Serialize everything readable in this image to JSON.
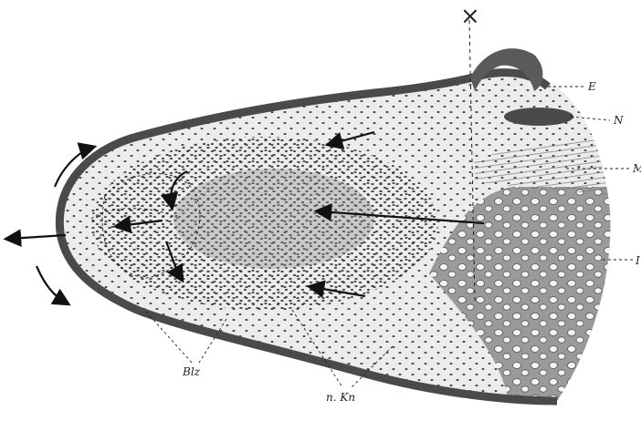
{
  "labels": {
    "cross_mark": "×",
    "epidermis": "E",
    "nerve": "N",
    "muscle": "M",
    "right_edge": "I",
    "blastema": "Blz",
    "new_cartilage": "n. Kn"
  },
  "colors": {
    "background": "#ffffff",
    "ink": "#1f1f1f",
    "epidermis": "#4a4a4a",
    "tissue_fill": "#ebebeb",
    "cartilage_fill": "#9a9a9a"
  }
}
